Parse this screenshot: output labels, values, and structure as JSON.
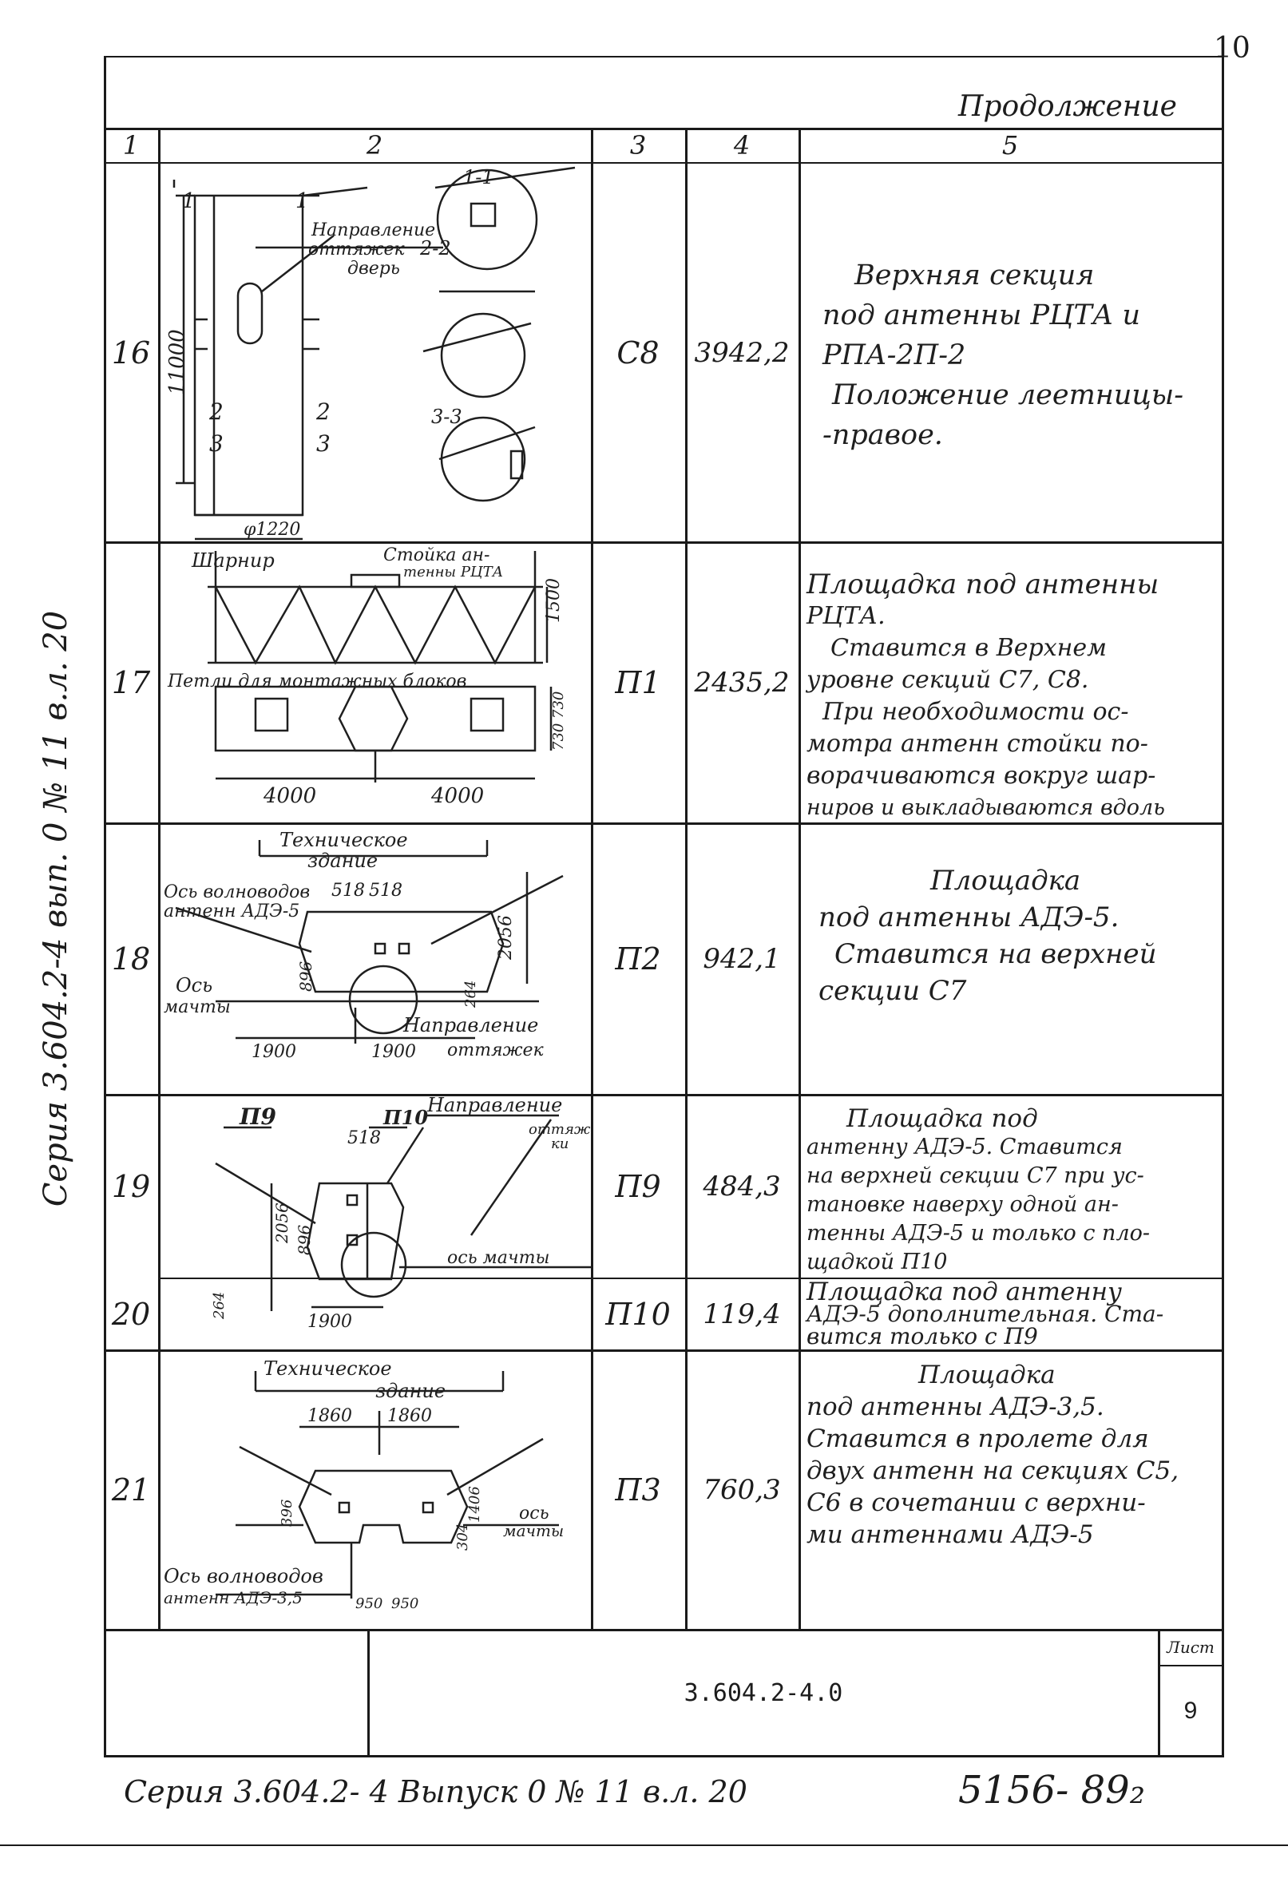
{
  "page_number_top": "10",
  "continuation": "Продолжение",
  "headers": [
    "1",
    "2",
    "3",
    "4",
    "5"
  ],
  "rows": [
    {
      "num": "16",
      "code": "С8",
      "mass": "3942,2",
      "desc": [
        "Верхняя секция",
        "под антенны РЦТА и",
        "РПА-2П-2",
        "Положение леетницы-",
        "-правое."
      ],
      "sketch": {
        "s1": "1",
        "s1b": "1",
        "sec11": "1-1",
        "dim_h": "11000",
        "lbl_dir": "Направление",
        "lbl_guys": "оттяжек",
        "lbl_door": "дверь",
        "sec22": "2-2",
        "s2": "2",
        "s2b": "2",
        "s3": "3",
        "s3b": "3",
        "sec33": "3-3",
        "diam": "φ1220"
      }
    },
    {
      "num": "17",
      "code": "П1",
      "mass": "2435,2",
      "desc": [
        "Площадка под антенны",
        "РЦТА.",
        "Ставится в Верхнем",
        "уровне секций С7, С8.",
        "При необходимости ос-",
        "мотра антенн стойки по-",
        "ворачиваются вокруг шар-",
        "ниров и выкладываются вдоль"
      ],
      "sketch": {
        "hinge": "Шарнир",
        "post1": "Стойка ан-",
        "post2": "тенны РЦТА",
        "dim1500": "1500",
        "loops": "Петли для монтажных блоков",
        "dim730a": "730",
        "dim730b": "730",
        "d4000a": "4000",
        "d4000b": "4000"
      }
    },
    {
      "num": "18",
      "code": "П2",
      "mass": "942,1",
      "desc": [
        "Площадка",
        "под антенны АДЭ-5.",
        "Ставится на верхней",
        "секции С7"
      ],
      "sketch": {
        "tech1": "Техническое",
        "tech2": "здание",
        "axis_wg1": "Ось волноводов",
        "axis_wg2": "антенн АДЭ-5",
        "d518a": "518",
        "d518b": "518",
        "d896": "896",
        "d2056": "2056",
        "d264": "264",
        "mast1": "Ось",
        "mast2": "мачты",
        "dir1": "Направление",
        "dir2": "оттяжек",
        "d1900a": "1900",
        "d1900b": "1900"
      }
    },
    {
      "num": "19",
      "code": "П9",
      "mass": "484,3",
      "desc": [
        "Площадка под",
        "антенну АДЭ-5. Ставится",
        "на верхней секции С7 при ус-",
        "тановке наверху одной ан-",
        "тенны АДЭ-5 и только с пло-",
        "щадкой П10"
      ],
      "sketch": {
        "p9": "П9",
        "p10": "П10",
        "dir": "Направление",
        "guys1": "оттяж-",
        "guys2": "ки",
        "d518": "518",
        "d2056": "2056",
        "d896": "896",
        "d264": "264",
        "mast": "ось мачты",
        "d1900": "1900"
      }
    },
    {
      "num": "20",
      "code": "П10",
      "mass": "119,4",
      "desc": [
        "Площадка под антенну",
        "АДЭ-5 дополнительная. Ста-",
        "вится только с П9"
      ]
    },
    {
      "num": "21",
      "code": "П3",
      "mass": "760,3",
      "desc": [
        "Площадка",
        "под антенны АДЭ-3,5.",
        "Ставится в пролете для",
        "двух антенн на секциях С5,",
        "С6 в сочетании с верхни-",
        "ми антеннами АДЭ-5"
      ],
      "sketch": {
        "tech1": "Техническое",
        "tech2": "здание",
        "d1860a": "1860",
        "d1860b": "1860",
        "d396": "396",
        "d1406": "1406",
        "d304": "304",
        "mast1": "ось",
        "mast2": "мачты",
        "wg1": "Ось волноводов",
        "wg2": "антенн АДЭ-3,5",
        "d950a": "950",
        "d950b": "950"
      }
    }
  ],
  "stamp": {
    "designation": "3.604.2-4.0",
    "sheet_label": "Лист",
    "sheet": "9"
  },
  "side_note": "Серия 3.604.2-4 вып. 0 № 11 в.л. 20",
  "footer_series": "Серия 3.604.2- 4 Выпуск 0 № 11 в.л. 20",
  "footer_number": "5156- 89₂"
}
